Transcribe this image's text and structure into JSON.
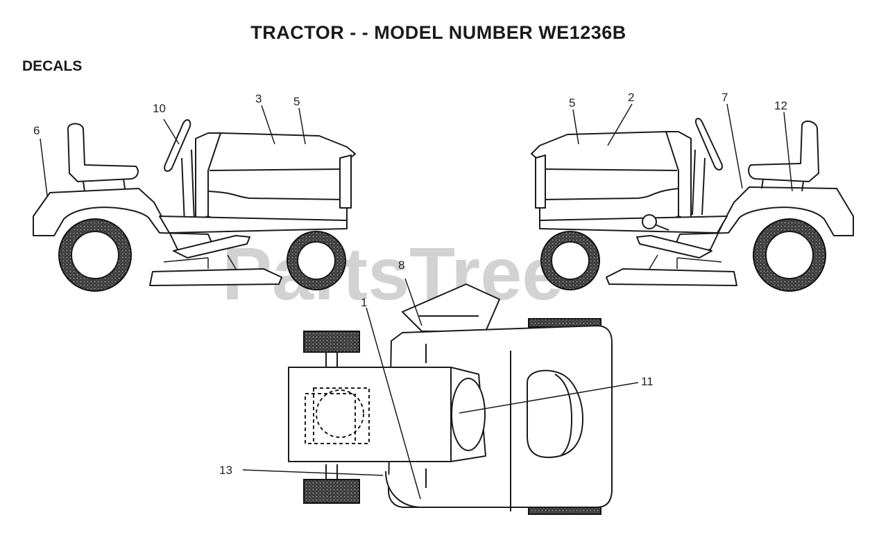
{
  "title": "TRACTOR - - MODEL NUMBER WE1236B",
  "section": "DECALS",
  "watermark": "PartsTree",
  "callouts": {
    "c1": "1",
    "c2": "2",
    "c3": "3",
    "c5a": "5",
    "c5b": "5",
    "c6": "6",
    "c7": "7",
    "c8": "8",
    "c10": "10",
    "c11": "11",
    "c12": "12",
    "c13": "13"
  },
  "colors": {
    "ink": "#1a1a1a",
    "watermark": "#d2d2d2",
    "background": "#ffffff"
  }
}
